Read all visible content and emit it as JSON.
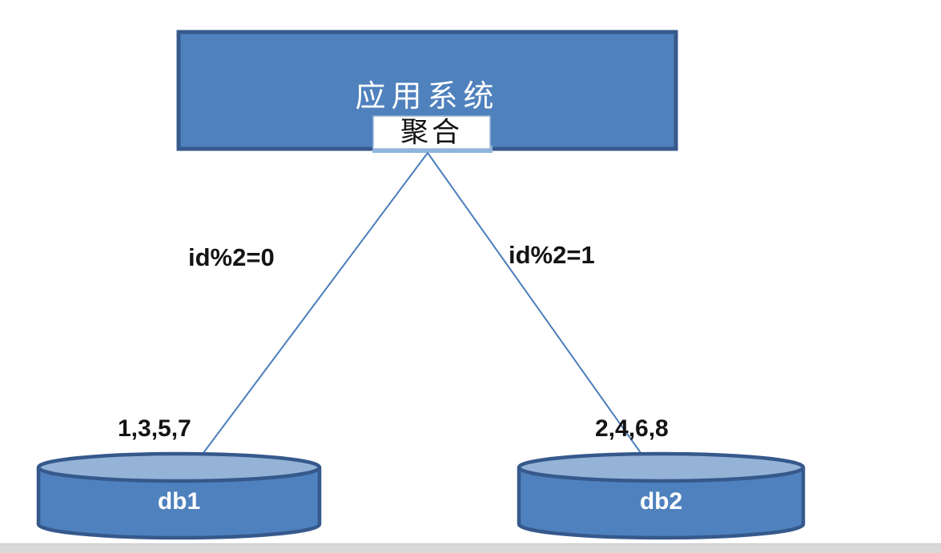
{
  "diagram": {
    "title_box": {
      "label": "应用系统"
    },
    "aggregator_box": {
      "label": "聚合"
    },
    "shards": [
      {
        "condition": "id%2=0",
        "ids": "1,3,5,7",
        "db": "db1"
      },
      {
        "condition": "id%2=1",
        "ids": "2,4,6,8",
        "db": "db2"
      }
    ],
    "colors": {
      "box_fill": "#4F81BD",
      "box_border": "#36598C",
      "cylinder_top_fill": "#95B3D7",
      "aggregator_underline": "#8EB4DC",
      "connector_line": "#4A7EBB",
      "scrollbar_track": "#D9D9D9"
    }
  }
}
